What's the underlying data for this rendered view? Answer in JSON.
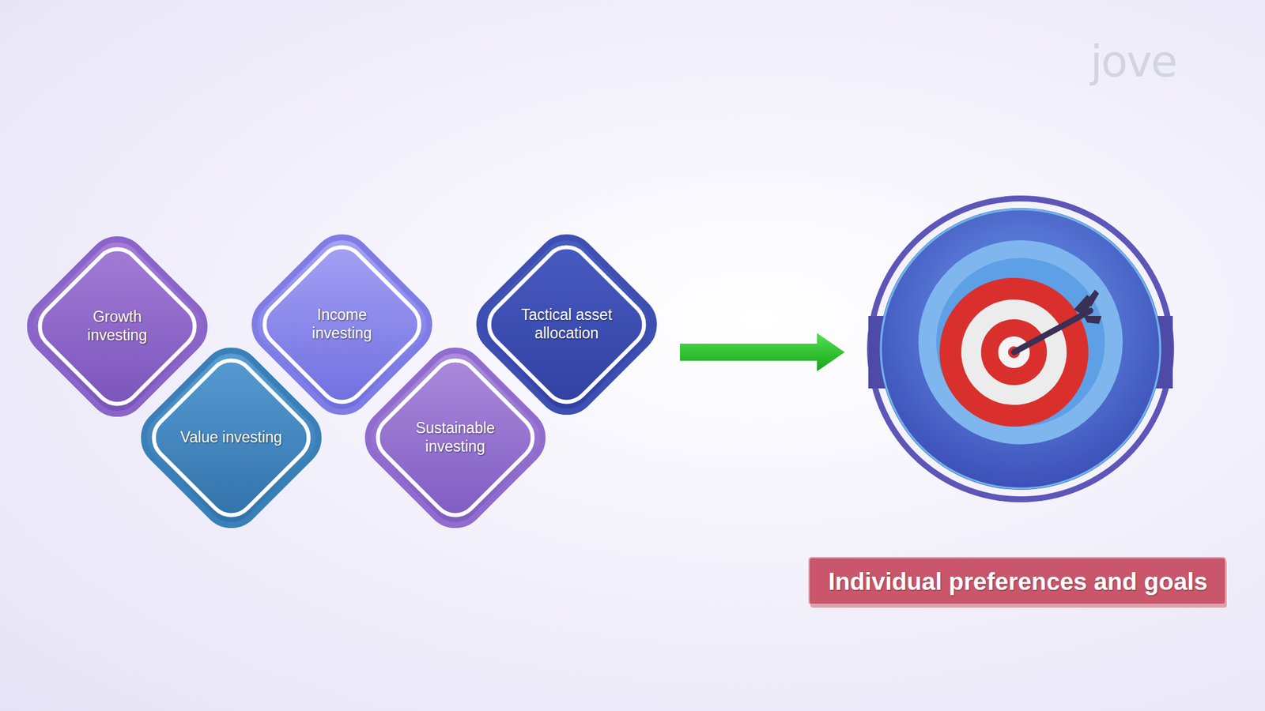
{
  "diagram": {
    "nodes": [
      {
        "text": [
          "Growth investing"
        ]
      },
      {
        "text": [
          "Income investing"
        ]
      },
      {
        "text": [
          "Tactical asset allocation"
        ]
      },
      {
        "text": [
          "Value investing"
        ]
      },
      {
        "text": [
          "Sustainable investing"
        ]
      },
      {
        "text": [
          "Individual preferences and goals"
        ]
      }
    ],
    "labels": [
      "jove"
    ]
  }
}
